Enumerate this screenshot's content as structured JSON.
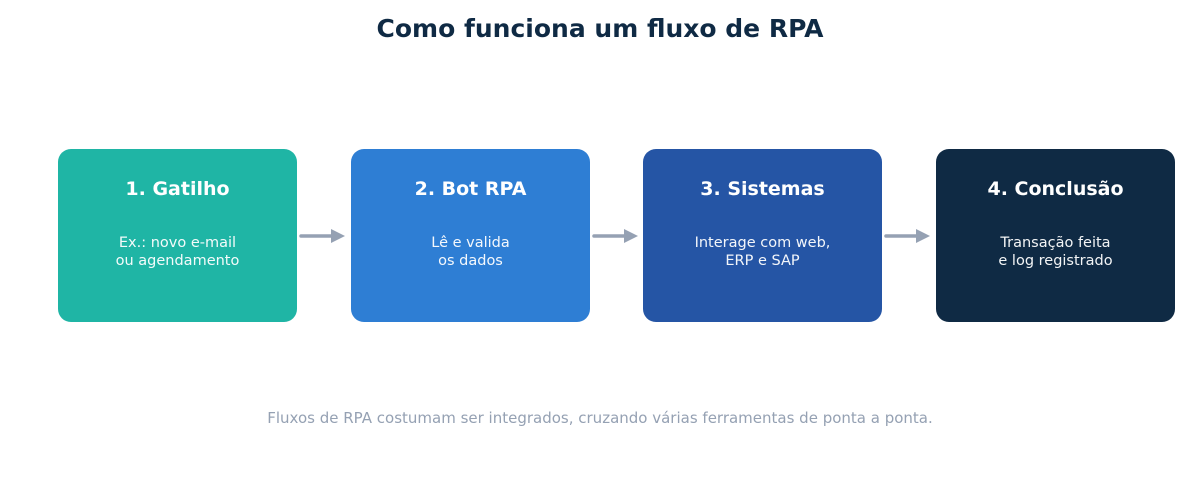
{
  "title": "Como funciona um fluxo de RPA",
  "steps": [
    {
      "title": "1. Gatilho",
      "desc": "Ex.: novo e-mail\nou agendamento",
      "color": "#1fb5a5"
    },
    {
      "title": "2. Bot RPA",
      "desc": "Lê e valida\nos dados",
      "color": "#2e7ed4"
    },
    {
      "title": "3. Sistemas",
      "desc": "Interage com web,\nERP e SAP",
      "color": "#2555a5"
    },
    {
      "title": "4. Conclusão",
      "desc": "Transação feita\ne log registrado",
      "color": "#0f2a44"
    }
  ],
  "footer": "Fluxos de RPA costumam ser integrados, cruzando várias ferramentas de ponta a ponta.",
  "colors": {
    "title": "#0f2a44",
    "arrow": "#95a1b3",
    "footer": "#95a1b3"
  }
}
